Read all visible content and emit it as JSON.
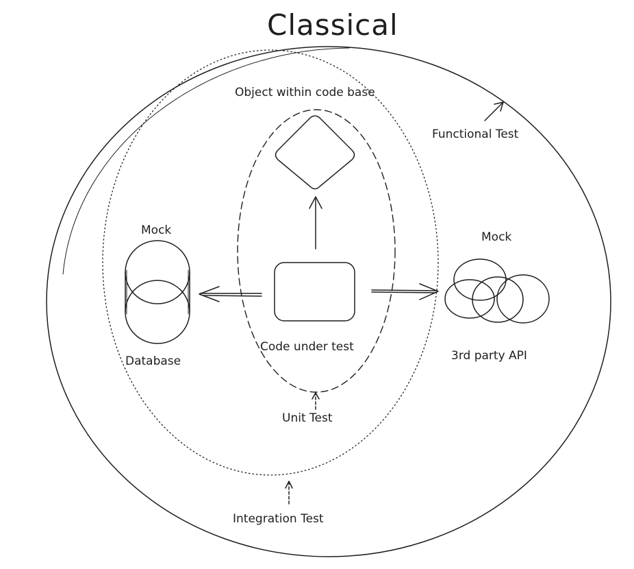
{
  "diagram": {
    "title": "Classical",
    "labels": {
      "object_within_code_base": "Object within code base",
      "functional_test": "Functional Test",
      "mock_database": "Mock",
      "mock_api": "Mock",
      "database": "Database",
      "third_party_api": "3rd party API",
      "code_under_test": "Code under test",
      "unit_test": "Unit Test",
      "integration_test": "Integration Test"
    },
    "colors": {
      "stroke": "#1e1e1e",
      "background": "#ffffff"
    }
  }
}
